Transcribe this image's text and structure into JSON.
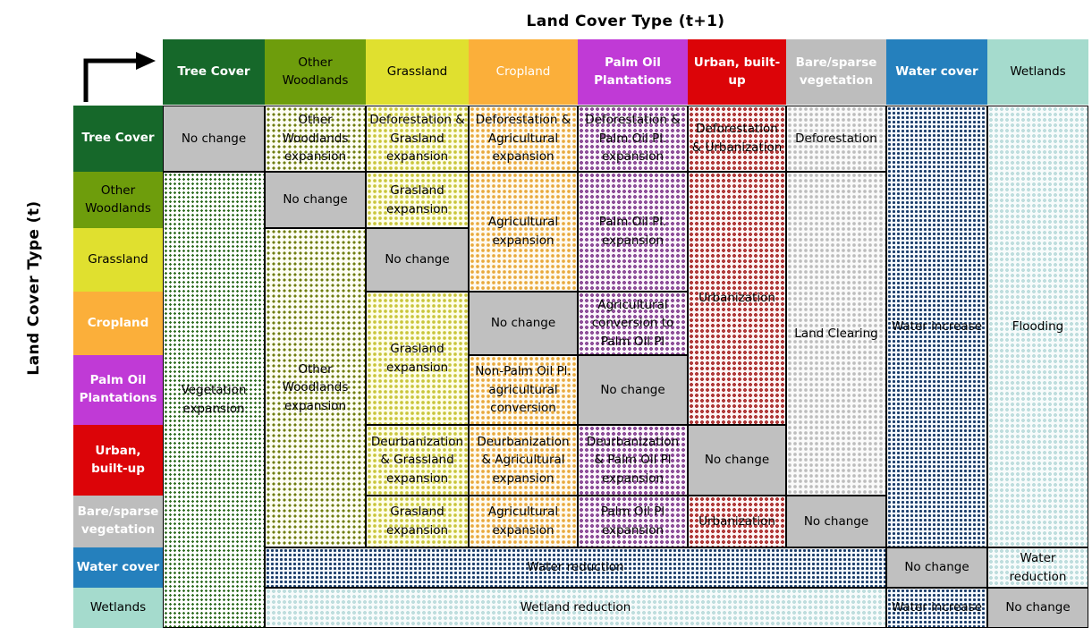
{
  "titles": {
    "x_axis": "Land Cover Type (t+1)",
    "y_axis": "Land Cover Type (t)"
  },
  "chart_data": {
    "type": "table",
    "title": "Land cover transition matrix",
    "xlabel": "Land Cover Type (t+1)",
    "ylabel": "Land Cover Type (t)",
    "grid": true,
    "legend": "none",
    "categories": [
      "Tree Cover",
      "Other Woodlands",
      "Grassland",
      "Cropland",
      "Palm Oil Plantations",
      "Urban, built-up",
      "Bare/sparse vegetation",
      "Water cover",
      "Wetlands"
    ],
    "category_colors": [
      "#16682a",
      "#6e9d0c",
      "#e0e02f",
      "#fbaf3a",
      "#c03ad6",
      "#dc0408",
      "#bdbdbd",
      "#2580bd",
      "#a5dbcd"
    ],
    "category_text_colors": [
      "#ffffff",
      "#000000",
      "#000000",
      "#ffffff",
      "#ffffff",
      "#ffffff",
      "#ffffff",
      "#ffffff",
      "#000000"
    ],
    "matrix": [
      [
        "No change",
        "Other Woodlands expansion",
        "Deforestation & Grasland expansion",
        "Deforestation & Agricultural expansion",
        "Deforestation & Palm Oil Pl. expansion",
        "Deforestation & Urbanization",
        "Deforestation",
        "",
        ""
      ],
      [
        "",
        "No change",
        "Grasland expansion",
        "Agricultural expansion",
        "Palm Oil Pl. expansion",
        "",
        "",
        "",
        ""
      ],
      [
        "",
        "",
        "No change",
        "Agricultural expansion",
        "Palm Oil Pl. expansion",
        "Urbanization",
        "Land Clearing",
        "Water increase",
        "Flooding"
      ],
      [
        "Vegetation expansion",
        "Other Woodlands expansion",
        "Grasland expansion",
        "No change",
        "Agricultural conversion to Palm Oil Pl",
        "Urbanization",
        "Land Clearing",
        "Water increase",
        "Flooding"
      ],
      [
        "Vegetation expansion",
        "Other Woodlands expansion",
        "Grasland expansion",
        "Non-Palm Oil Pl. agricultural conversion",
        "No change",
        "Urbanization",
        "Land Clearing",
        "Water increase",
        "Flooding"
      ],
      [
        "Vegetation expansion",
        "Other Woodlands expansion",
        "Deurbanization & Grassland expansion",
        "Deurbanization & Agricultural expansion",
        "Deurbanization & Palm Oil Pl expansion",
        "No change",
        "Land Clearing",
        "Water increase",
        "Flooding"
      ],
      [
        "Vegetation expansion",
        "Other Woodlands expansion",
        "Grasland expansion",
        "Agricultural expansion",
        "Palm Oil Pl expansion",
        "Urbanization",
        "No change",
        "Water increase",
        "Flooding"
      ],
      [
        "Vegetation expansion",
        "Water reduction",
        "Water reduction",
        "Water reduction",
        "Water reduction",
        "Water reduction",
        "Water reduction",
        "No change",
        "Water reduction"
      ],
      [
        "Vegetation expansion",
        "Wetland reduction",
        "Wetland reduction",
        "Wetland reduction",
        "Wetland reduction",
        "Wetland reduction",
        "Wetland reduction",
        "Water increase",
        "No change"
      ]
    ]
  },
  "columns": [
    {
      "label": "Tree Cover"
    },
    {
      "label": "Other Woodlands"
    },
    {
      "label": "Grassland"
    },
    {
      "label": "Cropland"
    },
    {
      "label": "Palm Oil Plantations"
    },
    {
      "label": "Urban, built-up"
    },
    {
      "label": "Bare/sparse vegetation"
    },
    {
      "label": "Water cover"
    },
    {
      "label": "Wetlands"
    }
  ],
  "rows": [
    {
      "label": "Tree Cover"
    },
    {
      "label": "Other Woodlands"
    },
    {
      "label": "Grassland"
    },
    {
      "label": "Cropland"
    },
    {
      "label": "Palm Oil Plantations"
    },
    {
      "label": "Urban, built-up"
    },
    {
      "label": "Bare/sparse vegetation"
    },
    {
      "label": "Water cover"
    },
    {
      "label": "Wetlands"
    }
  ],
  "cells": {
    "c_1_1": "No change",
    "c_1_2": "Other Woodlands expansion",
    "c_1_3": "Deforestation & Grasland expansion",
    "c_1_4": "Deforestation & Agricultural expansion",
    "c_1_5": "Deforestation & Palm Oil Pl. expansion",
    "c_1_6": "Deforestation & Urbanization",
    "c_1_7": "Deforestation",
    "c_2_2": "No change",
    "c_2_3": "Grasland expansion",
    "c_24_4": "Agricultural expansion",
    "c_25_5": "Palm Oil Pl. expansion",
    "c_3_3": "No change",
    "c_4_4": "No change",
    "c_4_5": "Agricultural conversion to Palm Oil Pl",
    "c_5_4": "Non-Palm Oil Pl. agricultural conversion",
    "c_5_5": "No change",
    "c_6_3": "Deurbanization & Grassland expansion",
    "c_6_4": "Deurbanization & Agricultural expansion",
    "c_6_5": "Deurbanization & Palm Oil Pl expansion",
    "c_6_6": "No change",
    "c_7_3": "Grasland expansion",
    "c_7_4": "Agricultural expansion",
    "c_7_5": "Palm Oil Pl expansion",
    "c_7_6": "Urbanization",
    "c_7_7": "No change",
    "c_veg_exp": "Vegetation expansion",
    "c_ow_exp": "Other Woodlands expansion",
    "c_grass_exp": "Grasland expansion",
    "c_urbanization_span": "Urbanization",
    "c_land_clearing": "Land Clearing",
    "c_water_increase": "Water increase",
    "c_flooding": "Flooding",
    "c_8_span": "Water reduction",
    "c_8_8": "No change",
    "c_8_9": "Water reduction",
    "c_9_span": "Wetland reduction",
    "c_9_8": "Water increase",
    "c_9_9": "No change"
  }
}
